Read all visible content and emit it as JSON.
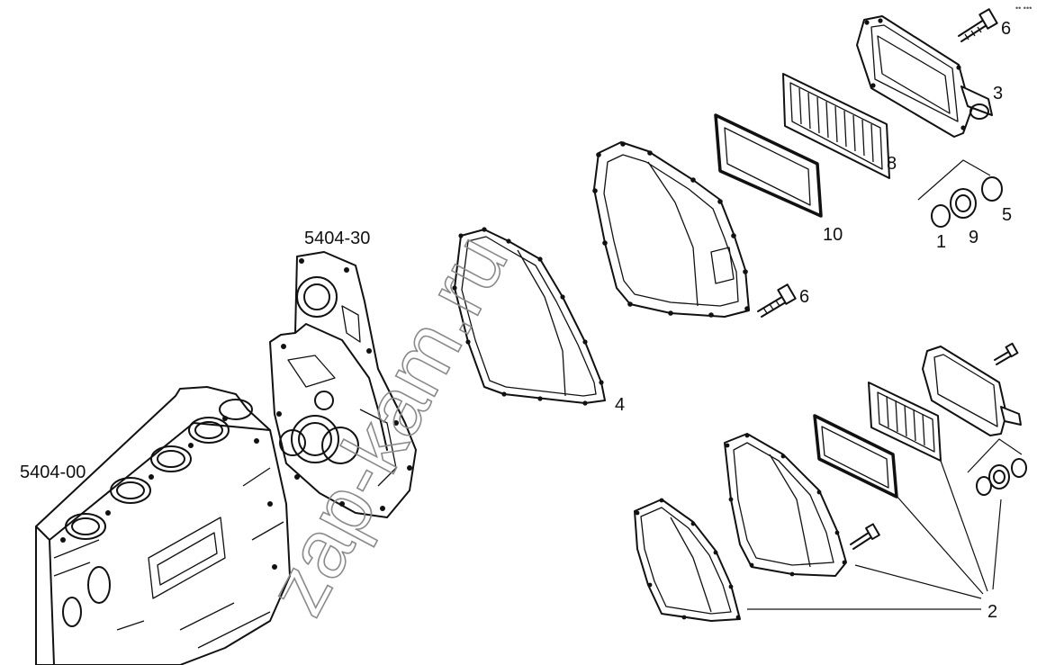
{
  "assemblies": {
    "block": "5404-00",
    "cover": "5404-30"
  },
  "callouts": {
    "c1": "1",
    "c2": "2",
    "c3": "3",
    "c4": "4",
    "c5": "5",
    "c6a": "6",
    "c6b": "6",
    "c8": "8",
    "c9": "9",
    "c10": "10"
  },
  "watermark": "zap-kam.ru",
  "corner_mark": "•• •••",
  "colors": {
    "ink": "#111111",
    "watermark": "#8a8a8a",
    "background": "#ffffff"
  }
}
